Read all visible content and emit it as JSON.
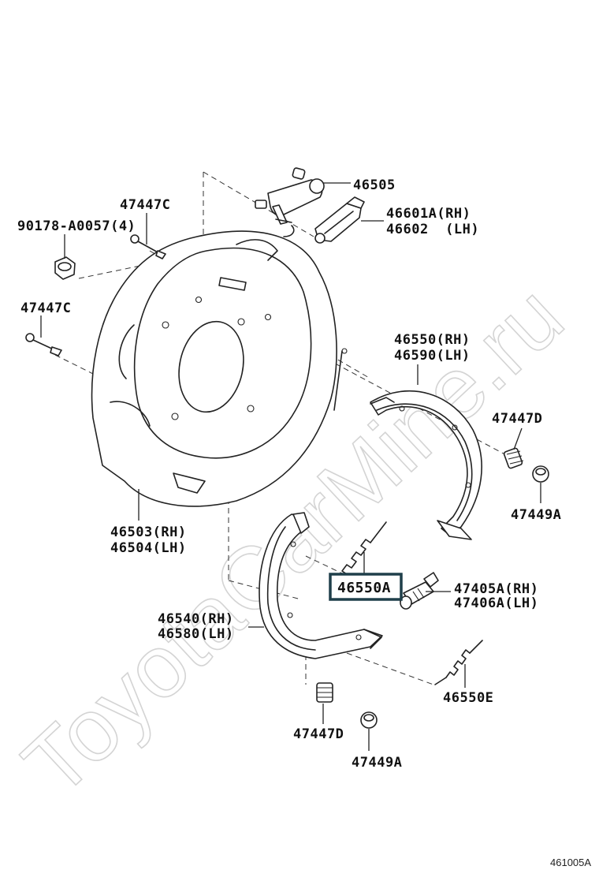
{
  "watermark": "ToyotaCarMine.ru",
  "figure_id": "461005A",
  "selected_part": "46550A",
  "labels": {
    "p46505": "46505",
    "p46601a": "46601A(RH)",
    "p46602": "46602  (LH)",
    "p47447c_top": "47447C",
    "p90178": "90178-A0057(4)",
    "p47447c_left": "47447C",
    "p46550": "46550(RH)",
    "p46590": "46590(LH)",
    "p47447d_right": "47447D",
    "p47449a_right": "47449A",
    "p46503": "46503(RH)",
    "p46504": "46504(LH)",
    "p46550a": "46550A",
    "p47405a": "47405A(RH)",
    "p47406a": "47406A(LH)",
    "p46540": "46540(RH)",
    "p46580": "46580(LH)",
    "p46550e": "46550E",
    "p47447d_bottom": "47447D",
    "p47449a_bottom": "47449A"
  }
}
